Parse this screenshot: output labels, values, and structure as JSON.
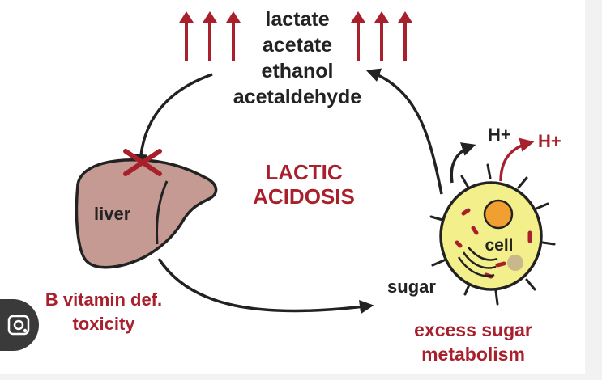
{
  "metabolites": [
    "lactate",
    "acetate",
    "ethanol",
    "acetaldehyde"
  ],
  "center_label": [
    "LACTIC",
    "ACIDOSIS"
  ],
  "liver": {
    "label": "liver",
    "causes": [
      "B vitamin def.",
      "toxicity"
    ]
  },
  "cell": {
    "label": "cell",
    "input": "sugar",
    "process": [
      "excess sugar",
      "metabolism"
    ],
    "protons": [
      "H+",
      "H+"
    ]
  },
  "colors": {
    "accent": "#a8202c",
    "liver_fill": "#c49a92",
    "cell_fill": "#f3ef8a",
    "nucleus": "#f0a030",
    "text": "#222222"
  },
  "icons": {
    "up_arrow": "up-arrow-icon",
    "block": "x-block-icon",
    "lens": "lens-icon"
  }
}
